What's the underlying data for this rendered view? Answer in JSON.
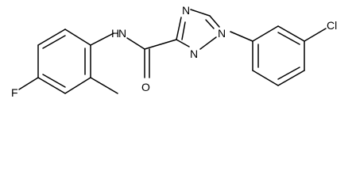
{
  "molecule": {
    "atom_labels": {
      "n_amide": "N",
      "h_amide": "H",
      "o_carbonyl": "O",
      "f_sub": "F",
      "n1": "N",
      "n2": "N",
      "n4": "N",
      "cl_sub": "Cl"
    }
  },
  "colors": {
    "bond": "#000000",
    "label": "#000000",
    "background": "#ffffff"
  }
}
